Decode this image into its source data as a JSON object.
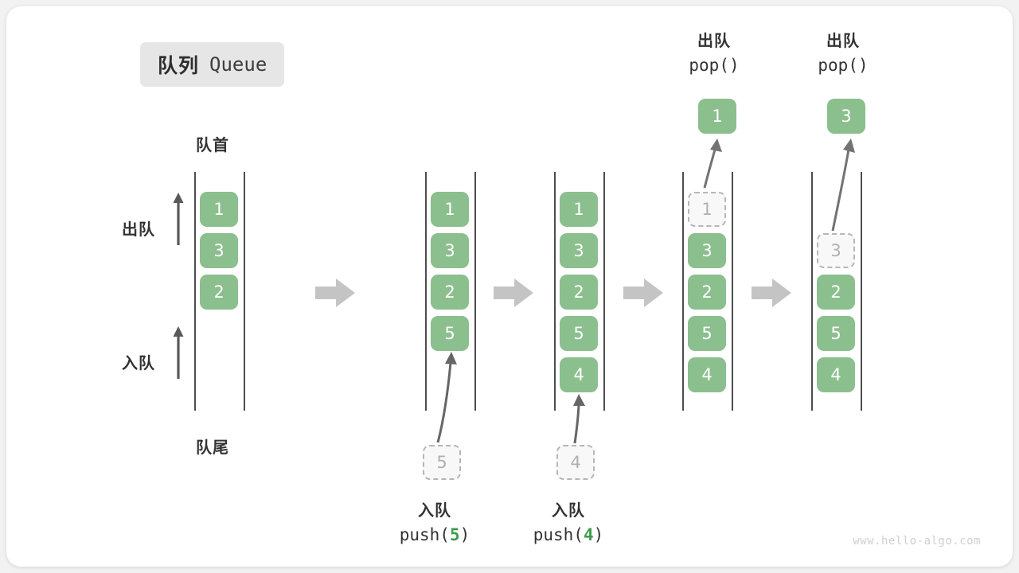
{
  "diagram": {
    "title_cn": "队列",
    "title_en": "Queue",
    "front_label": "队首",
    "rear_label": "队尾",
    "dequeue_label": "出队",
    "enqueue_label": "入队",
    "watermark": "www.hello-algo.com"
  },
  "columns": [
    {
      "name": "initial-queue",
      "cells": [
        {
          "value": "1",
          "state": "filled"
        },
        {
          "value": "3",
          "state": "filled"
        },
        {
          "value": "2",
          "state": "filled"
        }
      ]
    },
    {
      "name": "after-push-5",
      "cells": [
        {
          "value": "1",
          "state": "filled"
        },
        {
          "value": "3",
          "state": "filled"
        },
        {
          "value": "2",
          "state": "filled"
        },
        {
          "value": "5",
          "state": "filled"
        }
      ],
      "incoming": {
        "value": "5",
        "state": "ghost"
      }
    },
    {
      "name": "after-push-4",
      "cells": [
        {
          "value": "1",
          "state": "filled"
        },
        {
          "value": "3",
          "state": "filled"
        },
        {
          "value": "2",
          "state": "filled"
        },
        {
          "value": "5",
          "state": "filled"
        },
        {
          "value": "4",
          "state": "filled"
        }
      ],
      "incoming": {
        "value": "4",
        "state": "ghost"
      }
    },
    {
      "name": "after-pop-1",
      "cells": [
        {
          "value": "1",
          "state": "ghost"
        },
        {
          "value": "3",
          "state": "filled"
        },
        {
          "value": "2",
          "state": "filled"
        },
        {
          "value": "5",
          "state": "filled"
        },
        {
          "value": "4",
          "state": "filled"
        }
      ],
      "popped": {
        "value": "1",
        "state": "filled"
      }
    },
    {
      "name": "after-pop-3",
      "cells": [
        {
          "value": "3",
          "state": "ghost"
        },
        {
          "value": "2",
          "state": "filled"
        },
        {
          "value": "5",
          "state": "filled"
        },
        {
          "value": "4",
          "state": "filled"
        }
      ],
      "popped": {
        "value": "3",
        "state": "filled"
      }
    }
  ],
  "operations": {
    "push5": {
      "cn": "入队",
      "fn": "push(",
      "arg": "5",
      "close": ")"
    },
    "push4": {
      "cn": "入队",
      "fn": "push(",
      "arg": "4",
      "close": ")"
    },
    "pop1": {
      "cn": "出队",
      "code": "pop()"
    },
    "pop2": {
      "cn": "出队",
      "code": "pop()"
    }
  },
  "colors": {
    "cell_fill": "#8cbf8e",
    "ghost_border": "#b6b6b6",
    "rail": "#4d4d4d",
    "step_arrow": "#c4c4c4",
    "accent_num": "#3f9c4f"
  }
}
